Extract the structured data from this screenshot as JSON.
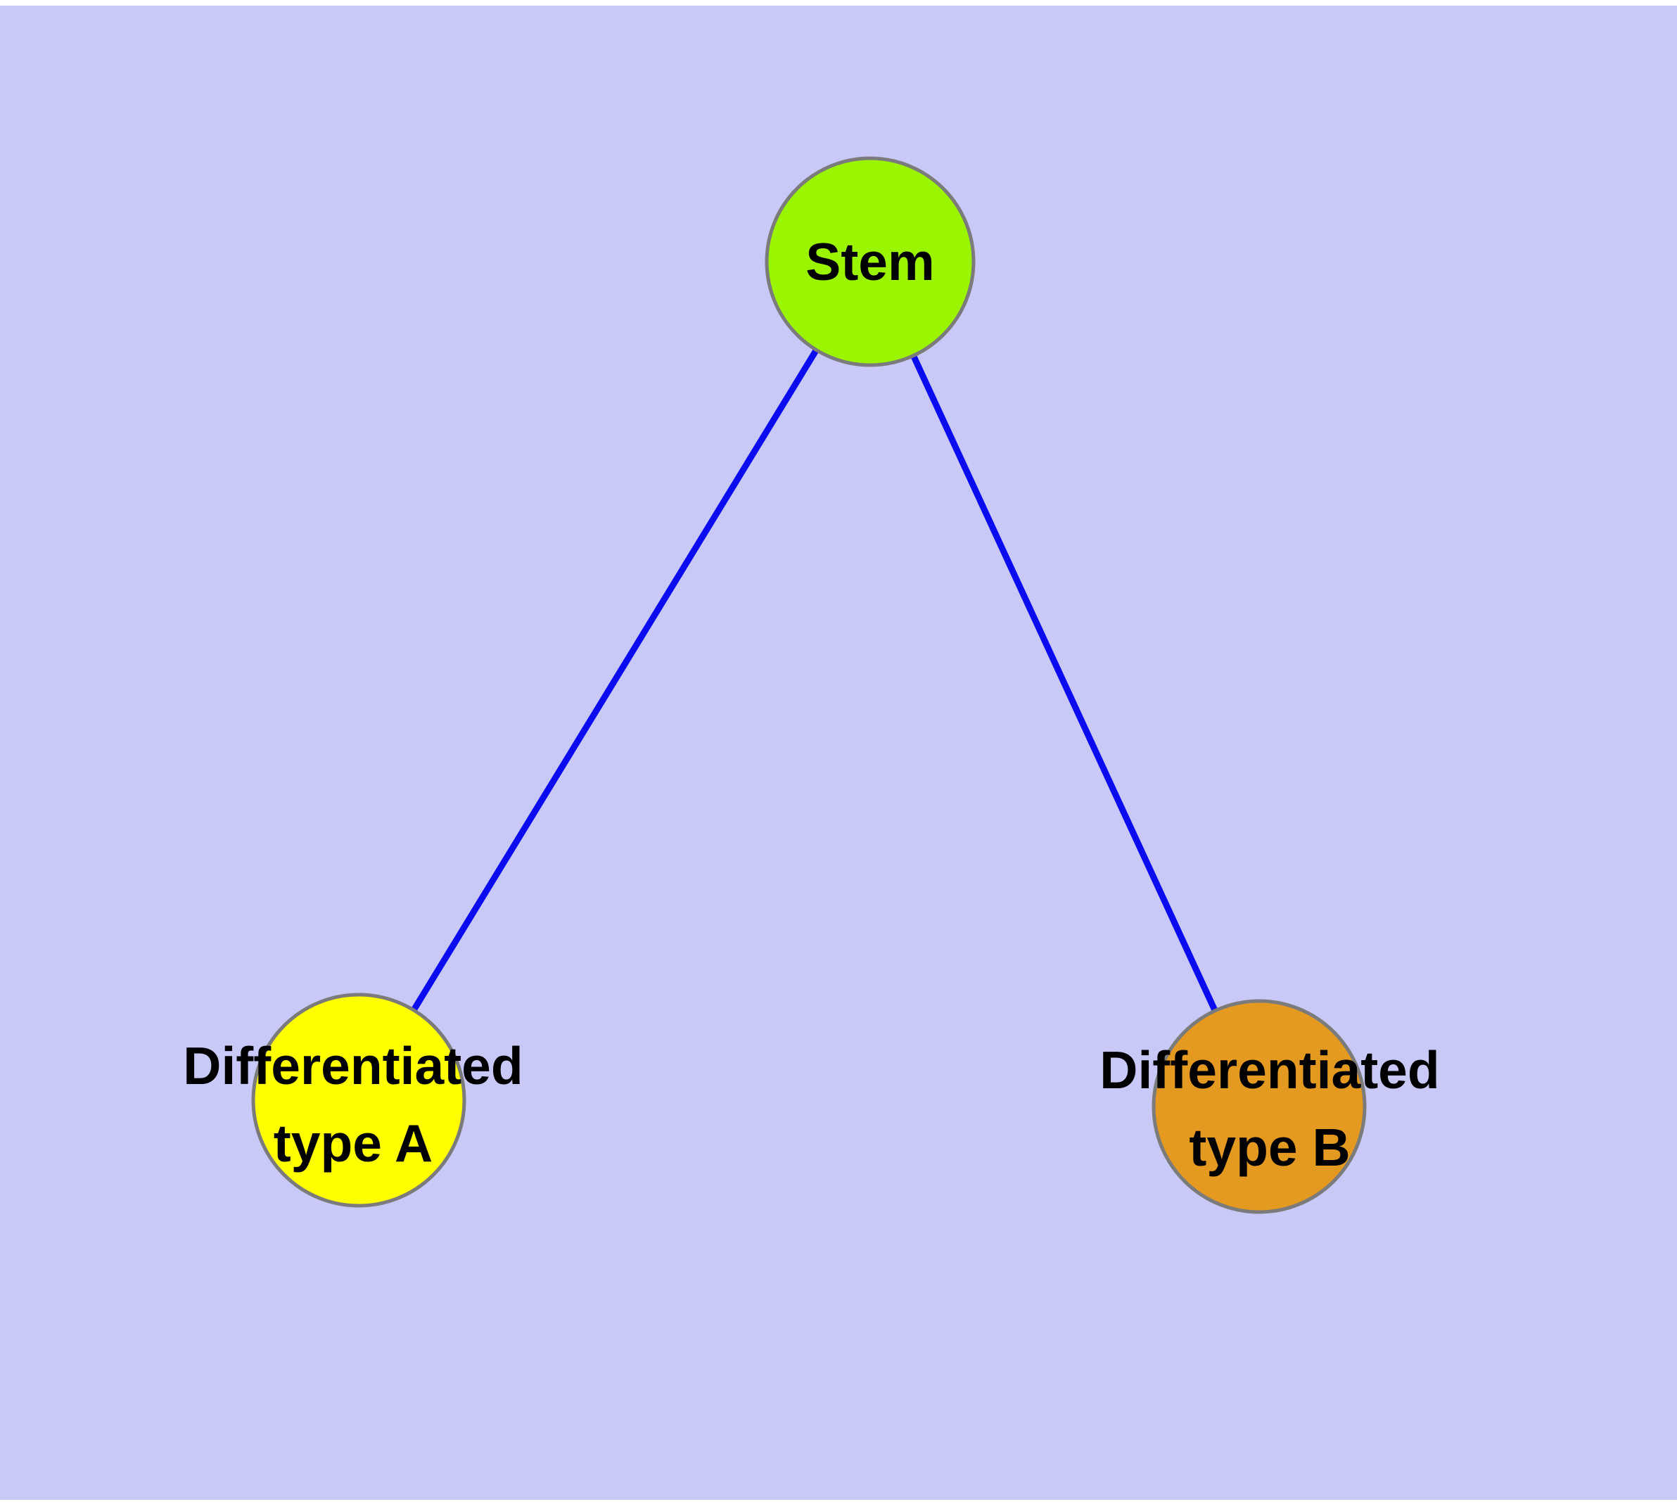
{
  "canvas": {
    "page_background": "#FFFFFF",
    "background_color": "#C9C9F7",
    "node_border_color": "#7B7B7B",
    "label_text_color": "#000000"
  },
  "diagram": {
    "type": "node-link-graph",
    "nodes": [
      {
        "id": "stem",
        "label": "Stem",
        "fill": "#9BF500"
      },
      {
        "id": "type-a",
        "label": "Differentiated\ntype A",
        "fill": "#FFFF00"
      },
      {
        "id": "type-b",
        "label": "Differentiated\ntype B",
        "fill": "#E49A21"
      }
    ],
    "edges": [
      {
        "from": "stem",
        "to": "type-a",
        "color": "#0B0BF0"
      },
      {
        "from": "stem",
        "to": "type-b",
        "color": "#0B0BF0"
      }
    ]
  }
}
